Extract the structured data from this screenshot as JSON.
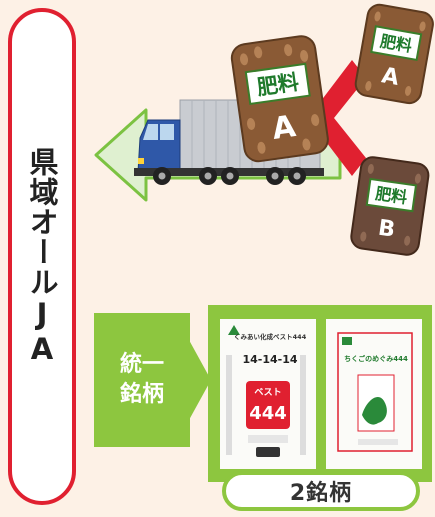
{
  "side_label": "県域オールJA",
  "bag_fertilizer_text": "肥料",
  "bag_a_big_letter": "A",
  "bag_a_small_letter": "A",
  "bag_b_letter": "B",
  "unify_label_line1": "統一",
  "unify_label_line2": "銘柄",
  "brand_count_label": "2銘柄",
  "product1": {
    "title": "くみあい化成ベスト444",
    "numbers": "14-14-14",
    "badge_top": "ベスト",
    "badge_value": "444"
  },
  "product2": {
    "title": "ちくごのめぐみ444"
  },
  "colors": {
    "accent_red": "#e02030",
    "accent_green": "#8dc63f",
    "arrow_green": "#7cc242"
  }
}
